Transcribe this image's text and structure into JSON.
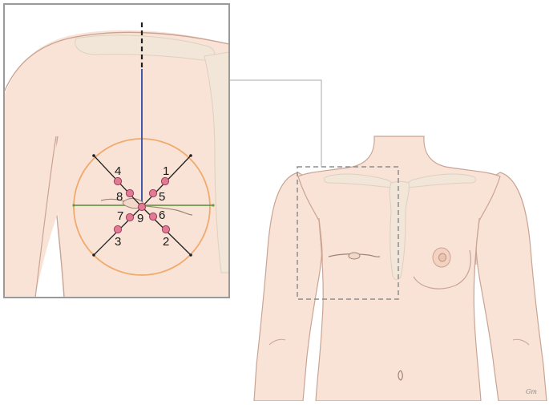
{
  "diagram": {
    "colors": {
      "skin": "#f8e3d6",
      "skin_outline": "#c9a494",
      "bone": "#f1e6d8",
      "bone_outline": "#ddd0c0",
      "inset_border": "#9a9a9a",
      "dashed_box": "#8e8e8e",
      "connector": "#aaaaaa",
      "circle": "#f0aa6c",
      "midline": "#4058a8",
      "horizontal_line": "#6a9a4a",
      "diagonal": "#1e1e1e",
      "marker_fill": "#e07a95",
      "marker_stroke": "#9e3f5c",
      "text": "#1a1a1a"
    },
    "markers": [
      {
        "id": "1",
        "label": "1"
      },
      {
        "id": "2",
        "label": "2"
      },
      {
        "id": "3",
        "label": "3"
      },
      {
        "id": "4",
        "label": "4"
      },
      {
        "id": "5",
        "label": "5"
      },
      {
        "id": "6",
        "label": "6"
      },
      {
        "id": "7",
        "label": "7"
      },
      {
        "id": "8",
        "label": "8"
      },
      {
        "id": "9",
        "label": "9"
      }
    ],
    "artist_signature": "Gm"
  }
}
